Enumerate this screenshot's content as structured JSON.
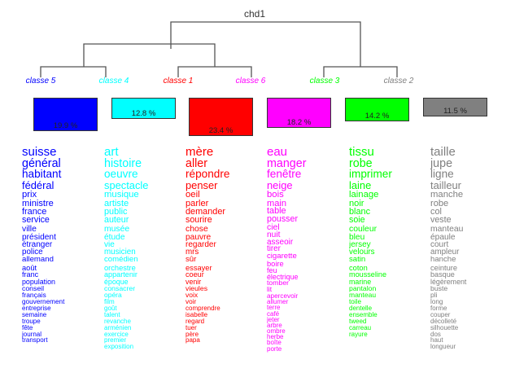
{
  "title": "chd1",
  "classes": [
    {
      "label": "classe  5",
      "pct": "19.9 %",
      "pct_value": 19.9,
      "color": "#0000ff",
      "words": [
        "suisse",
        "général",
        "habitant",
        "fédéral",
        "prix",
        "ministre",
        "france",
        "service",
        "ville",
        "président",
        "étranger",
        "police",
        "allemand",
        "août",
        "franc",
        "population",
        "conseil",
        "français",
        "gouvernement",
        "entreprise",
        "semaine",
        "troupe",
        "fête",
        "journal",
        "transport"
      ]
    },
    {
      "label": "classe  4",
      "pct": "12.8 %",
      "pct_value": 12.8,
      "color": "#00ffff",
      "words": [
        "art",
        "histoire",
        "oeuvre",
        "spectacle",
        "musique",
        "artiste",
        "public",
        "auteur",
        "musée",
        "étude",
        "vie",
        "musicien",
        "comédien",
        "orchestre",
        "appartenir",
        "époque",
        "consacrer",
        "opéra",
        "film",
        "goût",
        "talent",
        "revanche",
        "arménien",
        "exercice",
        "premier",
        "exposition"
      ]
    },
    {
      "label": "classe  1",
      "pct": "23.4 %",
      "pct_value": 23.4,
      "color": "#ff0000",
      "words": [
        "mère",
        "aller",
        "répondre",
        "penser",
        "oeil",
        "parler",
        "demander",
        "sourire",
        "chose",
        "pauvre",
        "regarder",
        "mrs",
        "sûr",
        "essayer",
        "coeur",
        "venir",
        "vieules",
        "voix",
        "voir",
        "comprendre",
        "isabelle",
        "regard",
        "tuer",
        "père",
        "papa"
      ]
    },
    {
      "label": "classe  6",
      "pct": "18.2 %",
      "pct_value": 18.2,
      "color": "#ff00ff",
      "words": [
        "eau",
        "manger",
        "fenêtre",
        "neige",
        "bois",
        "main",
        "table",
        "pousser",
        "ciel",
        "nuit",
        "asseoir",
        "tirer",
        "cigarette",
        "boire",
        "feu",
        "électrique",
        "tomber",
        "lit",
        "apercevoir",
        "allumer",
        "terre",
        "café",
        "jeter",
        "arbre",
        "ombre",
        "herbe",
        "boîte",
        "porte"
      ]
    },
    {
      "label": "classe  3",
      "pct": "14.2 %",
      "pct_value": 14.2,
      "color": "#00ff00",
      "words": [
        "tissu",
        "robe",
        "imprimer",
        "laine",
        "lainage",
        "noir",
        "blanc",
        "soie",
        "couleur",
        "bleu",
        "jersey",
        "velours",
        "satin",
        "coton",
        "mousseline",
        "marine",
        "pantalon",
        "manteau",
        "toile",
        "dentelle",
        "ensemble",
        "tweed",
        "carreau",
        "rayure"
      ]
    },
    {
      "label": "classe  2",
      "pct": "11.5 %",
      "pct_value": 11.5,
      "color": "#808080",
      "words": [
        "taille",
        "jupe",
        "ligne",
        "tailleur",
        "manche",
        "robe",
        "col",
        "veste",
        "manteau",
        "épaule",
        "court",
        "ampleur",
        "hanche",
        "ceinture",
        "basque",
        "légèrement",
        "buste",
        "pli",
        "long",
        "forme",
        "couper",
        "décolleté",
        "silhouette",
        "dos",
        "haut",
        "longueur"
      ]
    }
  ]
}
